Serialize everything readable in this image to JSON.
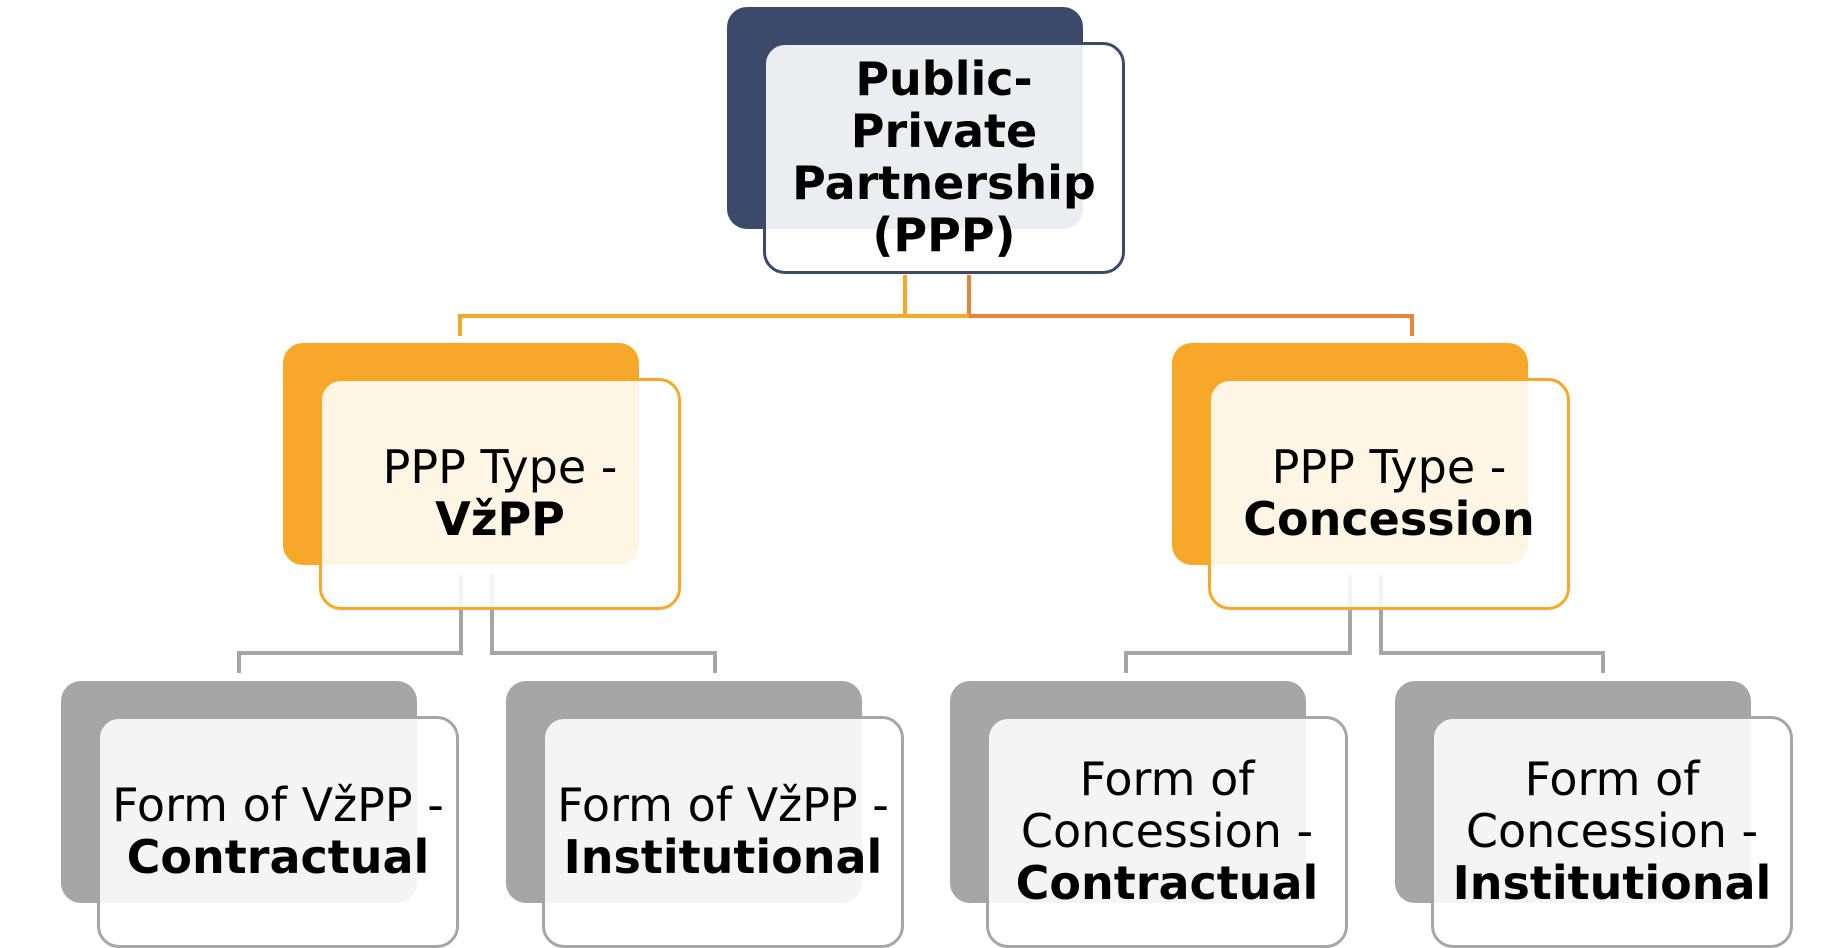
{
  "root": {
    "lines": [
      "Public-",
      "Private",
      "Partnership",
      "(PPP)"
    ]
  },
  "types": [
    {
      "id": "vzpp",
      "prefix": "PPP Type -",
      "name": "VžPP"
    },
    {
      "id": "concession",
      "prefix": "PPP Type -",
      "name": "Concession"
    }
  ],
  "forms": [
    {
      "id": "vzpp-contractual",
      "prefix_lines": [
        "Form of VžPP -"
      ],
      "name": "Contractual"
    },
    {
      "id": "vzpp-institutional",
      "prefix_lines": [
        "Form of VžPP -"
      ],
      "name": "Institutional"
    },
    {
      "id": "concession-contractual",
      "prefix_lines": [
        "Form of",
        "Concession -"
      ],
      "name": "Contractual"
    },
    {
      "id": "concession-institutional",
      "prefix_lines": [
        "Form of",
        "Concession -"
      ],
      "name": "Institutional"
    }
  ],
  "colors": {
    "root": "#3b4a6b",
    "type": "#f7a829",
    "type_connector_alt": "#e8833a",
    "form": "#a6a6a6"
  }
}
